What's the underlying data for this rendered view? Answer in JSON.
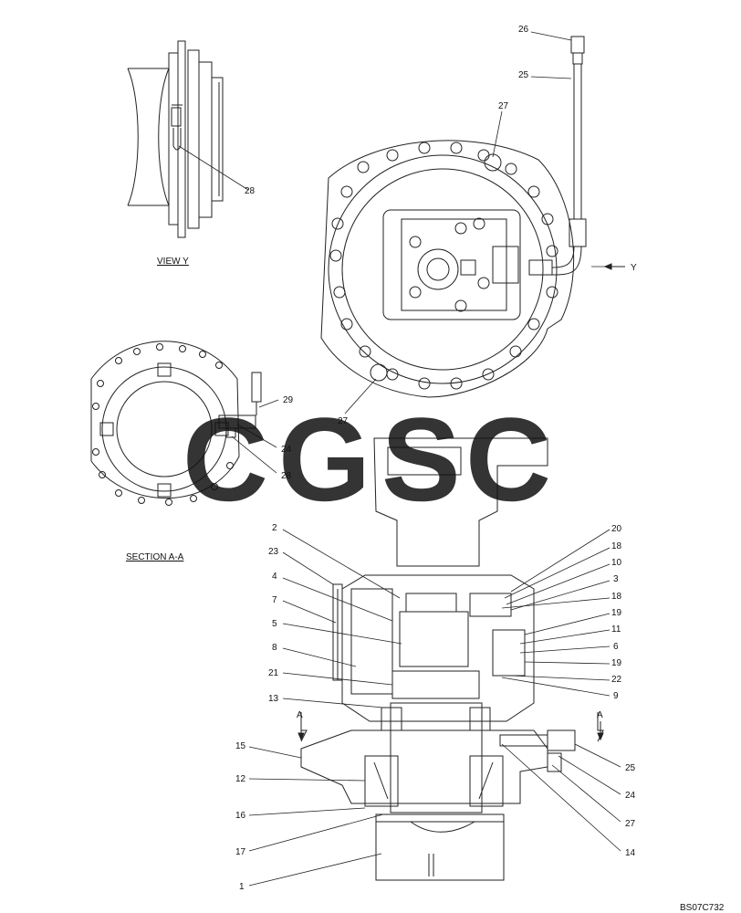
{
  "view_labels": {
    "view_y": "VIEW Y",
    "section_aa": "SECTION A-A"
  },
  "arrow_y": "Y",
  "section_marks": {
    "left": "A",
    "right": "A"
  },
  "drawing_code": "BS07C732",
  "watermark": {
    "letters": [
      "C",
      "G",
      "S",
      "C"
    ],
    "colors": [
      "#5b9cf0",
      "#f28c7c",
      "#f5d44a",
      "#55b085"
    ]
  },
  "callouts_view_y": [
    "28"
  ],
  "callouts_top": [
    "26",
    "25",
    "27",
    "27"
  ],
  "callouts_section": [
    "29",
    "24",
    "28"
  ],
  "callouts_left": [
    "2",
    "23",
    "4",
    "7",
    "5",
    "8",
    "21",
    "13",
    "15",
    "12",
    "16",
    "17",
    "1"
  ],
  "callouts_right": [
    "20",
    "18",
    "10",
    "3",
    "18",
    "19",
    "11",
    "6",
    "19",
    "22",
    "9",
    "25",
    "24",
    "27",
    "14"
  ]
}
